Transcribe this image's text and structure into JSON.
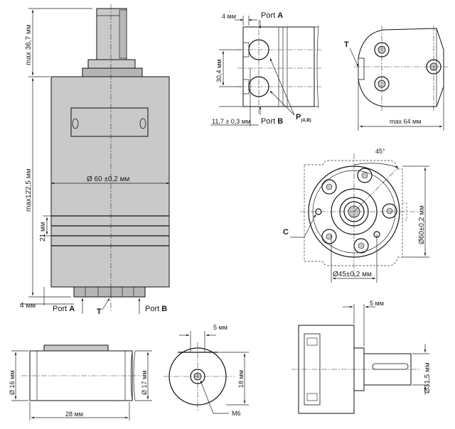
{
  "front": {
    "max_top": "max 36,7 мм",
    "max_body": "max122,5 мм",
    "dia_body": "Ø 60 ±0,2 мм",
    "dim_21": "21 мм",
    "dim_4": "4 мм",
    "port_a_word": "Port",
    "port_a_letter": "A",
    "port_b_word": "Port",
    "port_b_letter": "B",
    "tank": "T"
  },
  "ports_view": {
    "dim_4": "4 мм",
    "port_a_word": "Port",
    "port_a_letter": "A",
    "port_b_word": "Port",
    "port_b_letter": "B",
    "dim_30_4": "30,4 мм",
    "dim_11_7": "11,7 ± 0,3 мм",
    "p_label": "P",
    "p_sub": "(A,B)"
  },
  "side_view": {
    "tank": "T",
    "max_64": "max 64 мм"
  },
  "flange_view": {
    "angle": "45°",
    "dia_60": "Ø60±0,2 мм",
    "dia_45": "Ø45±0,2 мм",
    "c_label": "C"
  },
  "shaft_view": {
    "dia_16": "Ø 16 мм",
    "dia_17": "Ø 17 мм",
    "len_28": "28 мм"
  },
  "end_view": {
    "dim_5": "5 мм",
    "dim_18": "18 мм",
    "thread": "M6"
  },
  "key_view": {
    "dim_5": "5 мм",
    "dia_31_5": "Ø31,5 мм"
  }
}
